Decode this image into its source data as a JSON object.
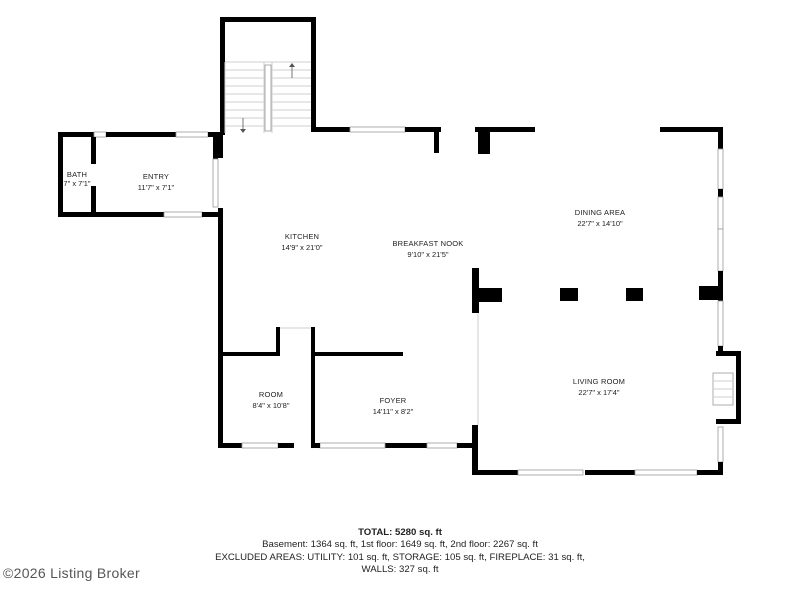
{
  "rooms": {
    "bath": {
      "name": "BATH",
      "dims": "7\" x 7'1\""
    },
    "entry": {
      "name": "ENTRY",
      "dims": "11'7\" x 7'1\""
    },
    "kitchen": {
      "name": "KITCHEN",
      "dims": "14'9\" x 21'0\""
    },
    "nook": {
      "name": "BREAKFAST NOOK",
      "dims": "9'10\" x 21'5\""
    },
    "dining": {
      "name": "DINING AREA",
      "dims": "22'7\" x 14'10\""
    },
    "living": {
      "name": "LIVING ROOM",
      "dims": "22'7\" x 17'4\""
    },
    "room": {
      "name": "ROOM",
      "dims": "8'4\" x 10'8\""
    },
    "foyer": {
      "name": "FOYER",
      "dims": "14'11\" x 8'2\""
    }
  },
  "summary": {
    "total": "TOTAL: 5280 sq. ft",
    "line1": "Basement: 1364 sq. ft, 1st floor: 1649 sq. ft, 2nd floor: 2267 sq. ft",
    "line2": "EXCLUDED AREAS: UTILITY: 101 sq. ft, STORAGE: 105 sq. ft, FIREPLACE: 31 sq. ft,",
    "line3": "WALLS: 327 sq. ft"
  },
  "watermark": "©2026 Listing Broker",
  "colors": {
    "wall": "#000000",
    "window": "#9a9a9a",
    "text": "#222222"
  }
}
